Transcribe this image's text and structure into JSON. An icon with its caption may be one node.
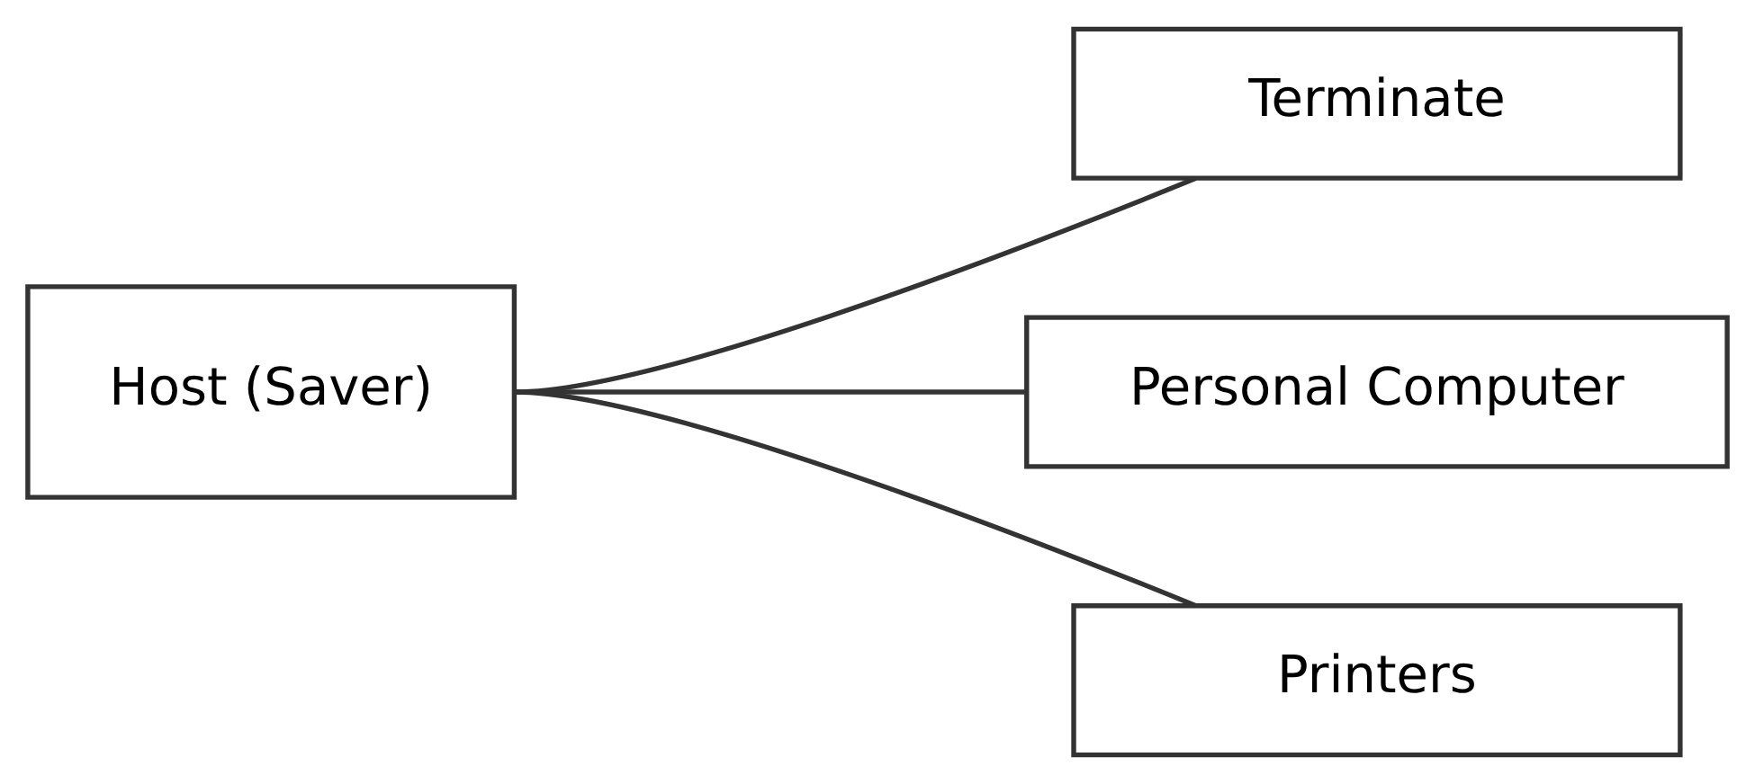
{
  "diagram": {
    "nodes": [
      {
        "text": [
          "Host (Saver)"
        ]
      },
      {
        "text": [
          "Terminate"
        ]
      },
      {
        "text": [
          "Personal Computer"
        ]
      },
      {
        "text": [
          "Printers"
        ]
      }
    ],
    "edges": [
      {
        "from": 0,
        "to": 1,
        "arrow": "none"
      },
      {
        "from": 0,
        "to": 2,
        "arrow": "none"
      },
      {
        "from": 0,
        "to": 3,
        "arrow": "none"
      }
    ]
  }
}
